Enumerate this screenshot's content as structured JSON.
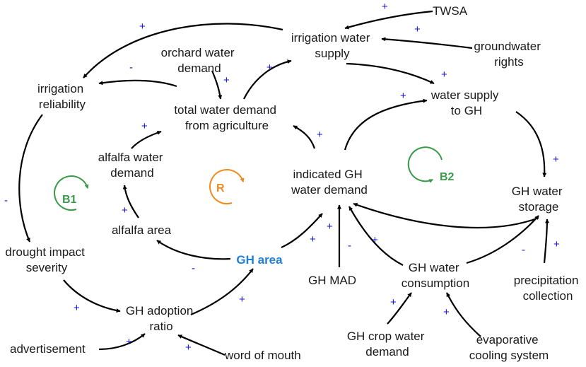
{
  "nodes": {
    "twsa": "TWSA",
    "irrigation_supply_1": "irrigation water",
    "irrigation_supply_2": "supply",
    "groundwater_1": "groundwater",
    "groundwater_2": "rights",
    "orchard_1": "orchard water",
    "orchard_2": "demand",
    "irr_rel_1": "irrigation",
    "irr_rel_2": "reliability",
    "total_1": "total water demand",
    "total_2": "from agriculture",
    "wsgh_1": "water supply",
    "wsgh_2": "to GH",
    "alf_wd_1": "alfalfa water",
    "alf_wd_2": "demand",
    "ind_1": "indicated GH",
    "ind_2": "water demand",
    "storage_1": "GH water",
    "storage_2": "storage",
    "alf_area": "alfalfa area",
    "drought_1": "drought impact",
    "drought_2": "severity",
    "gh_area": "GH area",
    "gh_mad": "GH MAD",
    "cons_1": "GH water",
    "cons_2": "consumption",
    "precip_1": "precipitation",
    "precip_2": "collection",
    "adopt_1": "GH adoption",
    "adopt_2": "ratio",
    "crop_1": "GH crop water",
    "crop_2": "demand",
    "advert": "advertisement",
    "wom": "word of mouth",
    "evap_1": "evaporative",
    "evap_2": "cooling system"
  },
  "loops": {
    "b1": "B1",
    "r": "R",
    "b2": "B2"
  },
  "polarities": {
    "supply_to_reliability": "+",
    "twsa_to_supply": "+",
    "groundwater_to_supply": "+",
    "orchard_to_total": "+",
    "total_to_reliability": "-",
    "total_to_supply": "+",
    "supply_to_wsgh": "+",
    "indicated_to_wsgh": "+",
    "alfalfa_wd_to_total": "+",
    "indicated_to_total": "+",
    "wsgh_to_storage": "+",
    "reliability_to_drought": "-",
    "alf_area_to_alf_wd": "+",
    "gh_area_to_indicated": "+",
    "gh_area_to_alf_area": "-",
    "storage_to_indicated": "-",
    "gh_mad_to_indicated": "+",
    "cons_to_indicated": "+",
    "cons_to_storage": "-",
    "precip_to_storage": "+",
    "drought_to_adoption": "+",
    "adoption_to_gh_area": "+",
    "crop_to_cons": "+",
    "evap_to_cons": "+",
    "advert_to_adoption": "+",
    "wom_to_adoption": "+"
  },
  "colors": {
    "balancing_loop": "#3a9a4a",
    "reinforcing_loop": "#f08a1c",
    "polarity": "#1515d0",
    "highlight_node": "#1f7fd8"
  }
}
